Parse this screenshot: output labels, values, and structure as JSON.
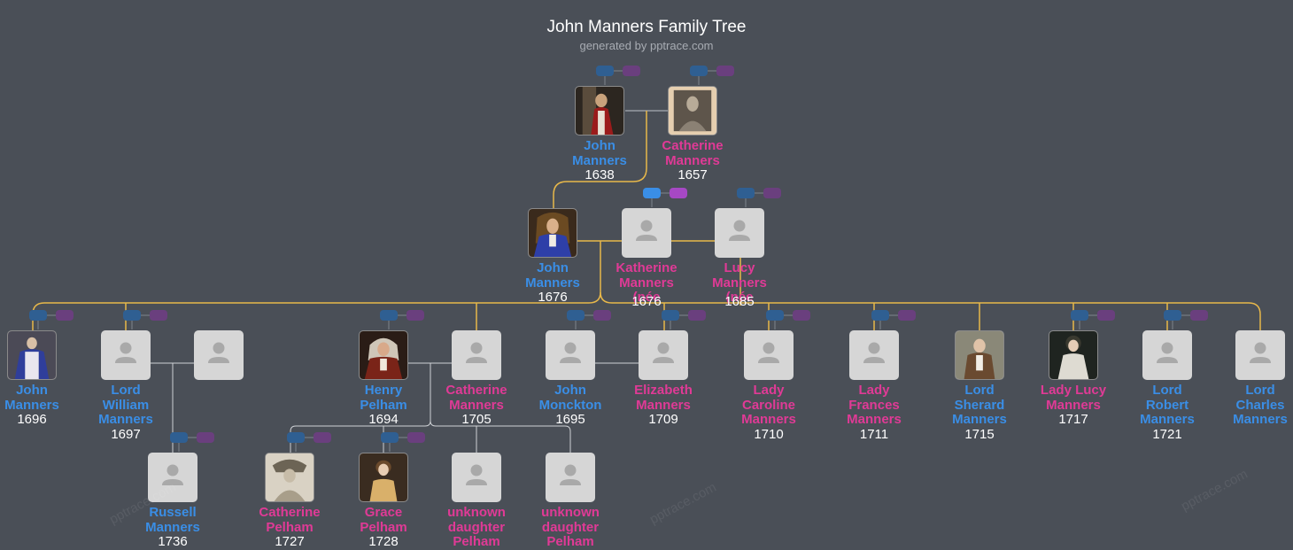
{
  "title": "John Manners Family Tree",
  "subtitle": "generated by pptrace.com",
  "watermark": "pptrace.com",
  "colors": {
    "background": "#4a4f57",
    "male": "#3a8ee6",
    "female": "#e03a96",
    "line": "#e8b84a",
    "root_border": "#f4c84b"
  },
  "people": [
    {
      "id": "john-1638",
      "name": "John\nManners",
      "year": "1638",
      "gender": "male",
      "photo": "portrait-dark"
    },
    {
      "id": "catherine-1657",
      "name": "Catherine\nManners",
      "year": "1657",
      "gender": "female",
      "photo": "portrait-sepia"
    },
    {
      "id": "john-1676",
      "name": "John\nManners",
      "year": "1676",
      "gender": "male",
      "photo": "portrait-blue",
      "root": true
    },
    {
      "id": "katherine-1676",
      "name": "Katherine\nManners\n(née",
      "year": "1676",
      "gender": "female",
      "photo": ""
    },
    {
      "id": "lucy-1685",
      "name": "Lucy\nManners\n(née",
      "year": "1685",
      "gender": "female",
      "photo": ""
    },
    {
      "id": "john-1696",
      "name": "John\nManners",
      "year": "1696",
      "gender": "male",
      "photo": "portrait-regal"
    },
    {
      "id": "william-1697",
      "name": "Lord\nWilliam\nManners",
      "year": "1697",
      "gender": "male",
      "photo": ""
    },
    {
      "id": "william-spouse",
      "name": "",
      "year": "",
      "gender": "female",
      "photo": ""
    },
    {
      "id": "henry-1694",
      "name": "Henry\nPelham",
      "year": "1694",
      "gender": "male",
      "photo": "portrait-red"
    },
    {
      "id": "catherine-1705",
      "name": "Catherine\nManners",
      "year": "1705",
      "gender": "female",
      "photo": ""
    },
    {
      "id": "monckton-1695",
      "name": "John\nMonckton",
      "year": "1695",
      "gender": "male",
      "photo": ""
    },
    {
      "id": "elizabeth-1709",
      "name": "Elizabeth\nManners",
      "year": "1709",
      "gender": "female",
      "photo": ""
    },
    {
      "id": "caroline-1710",
      "name": "Lady\nCaroline\nManners",
      "year": "1710",
      "gender": "female",
      "photo": ""
    },
    {
      "id": "frances-1711",
      "name": "Lady\nFrances\nManners",
      "year": "1711",
      "gender": "female",
      "photo": ""
    },
    {
      "id": "sherard-1715",
      "name": "Lord\nSherard\nManners",
      "year": "1715",
      "gender": "male",
      "photo": "portrait-brown"
    },
    {
      "id": "lucy-1717",
      "name": "Lady Lucy\nManners",
      "year": "1717",
      "gender": "female",
      "photo": "portrait-lady"
    },
    {
      "id": "robert-1721",
      "name": "Lord\nRobert\nManners",
      "year": "1721",
      "gender": "male",
      "photo": ""
    },
    {
      "id": "charles",
      "name": "Lord\nCharles\nManners",
      "year": "",
      "gender": "male",
      "photo": ""
    },
    {
      "id": "russell-1736",
      "name": "Russell\nManners",
      "year": "1736",
      "gender": "male",
      "photo": ""
    },
    {
      "id": "catherine-1727",
      "name": "Catherine\nPelham",
      "year": "1727",
      "gender": "female",
      "photo": "portrait-sketch"
    },
    {
      "id": "grace-1728",
      "name": "Grace\nPelham",
      "year": "1728",
      "gender": "female",
      "photo": "portrait-grace"
    },
    {
      "id": "unknown-1",
      "name": "unknown\ndaughter\nPelham",
      "year": "",
      "gender": "female",
      "photo": ""
    },
    {
      "id": "unknown-2",
      "name": "unknown\ndaughter\nPelham",
      "year": "",
      "gender": "female",
      "photo": ""
    }
  ]
}
